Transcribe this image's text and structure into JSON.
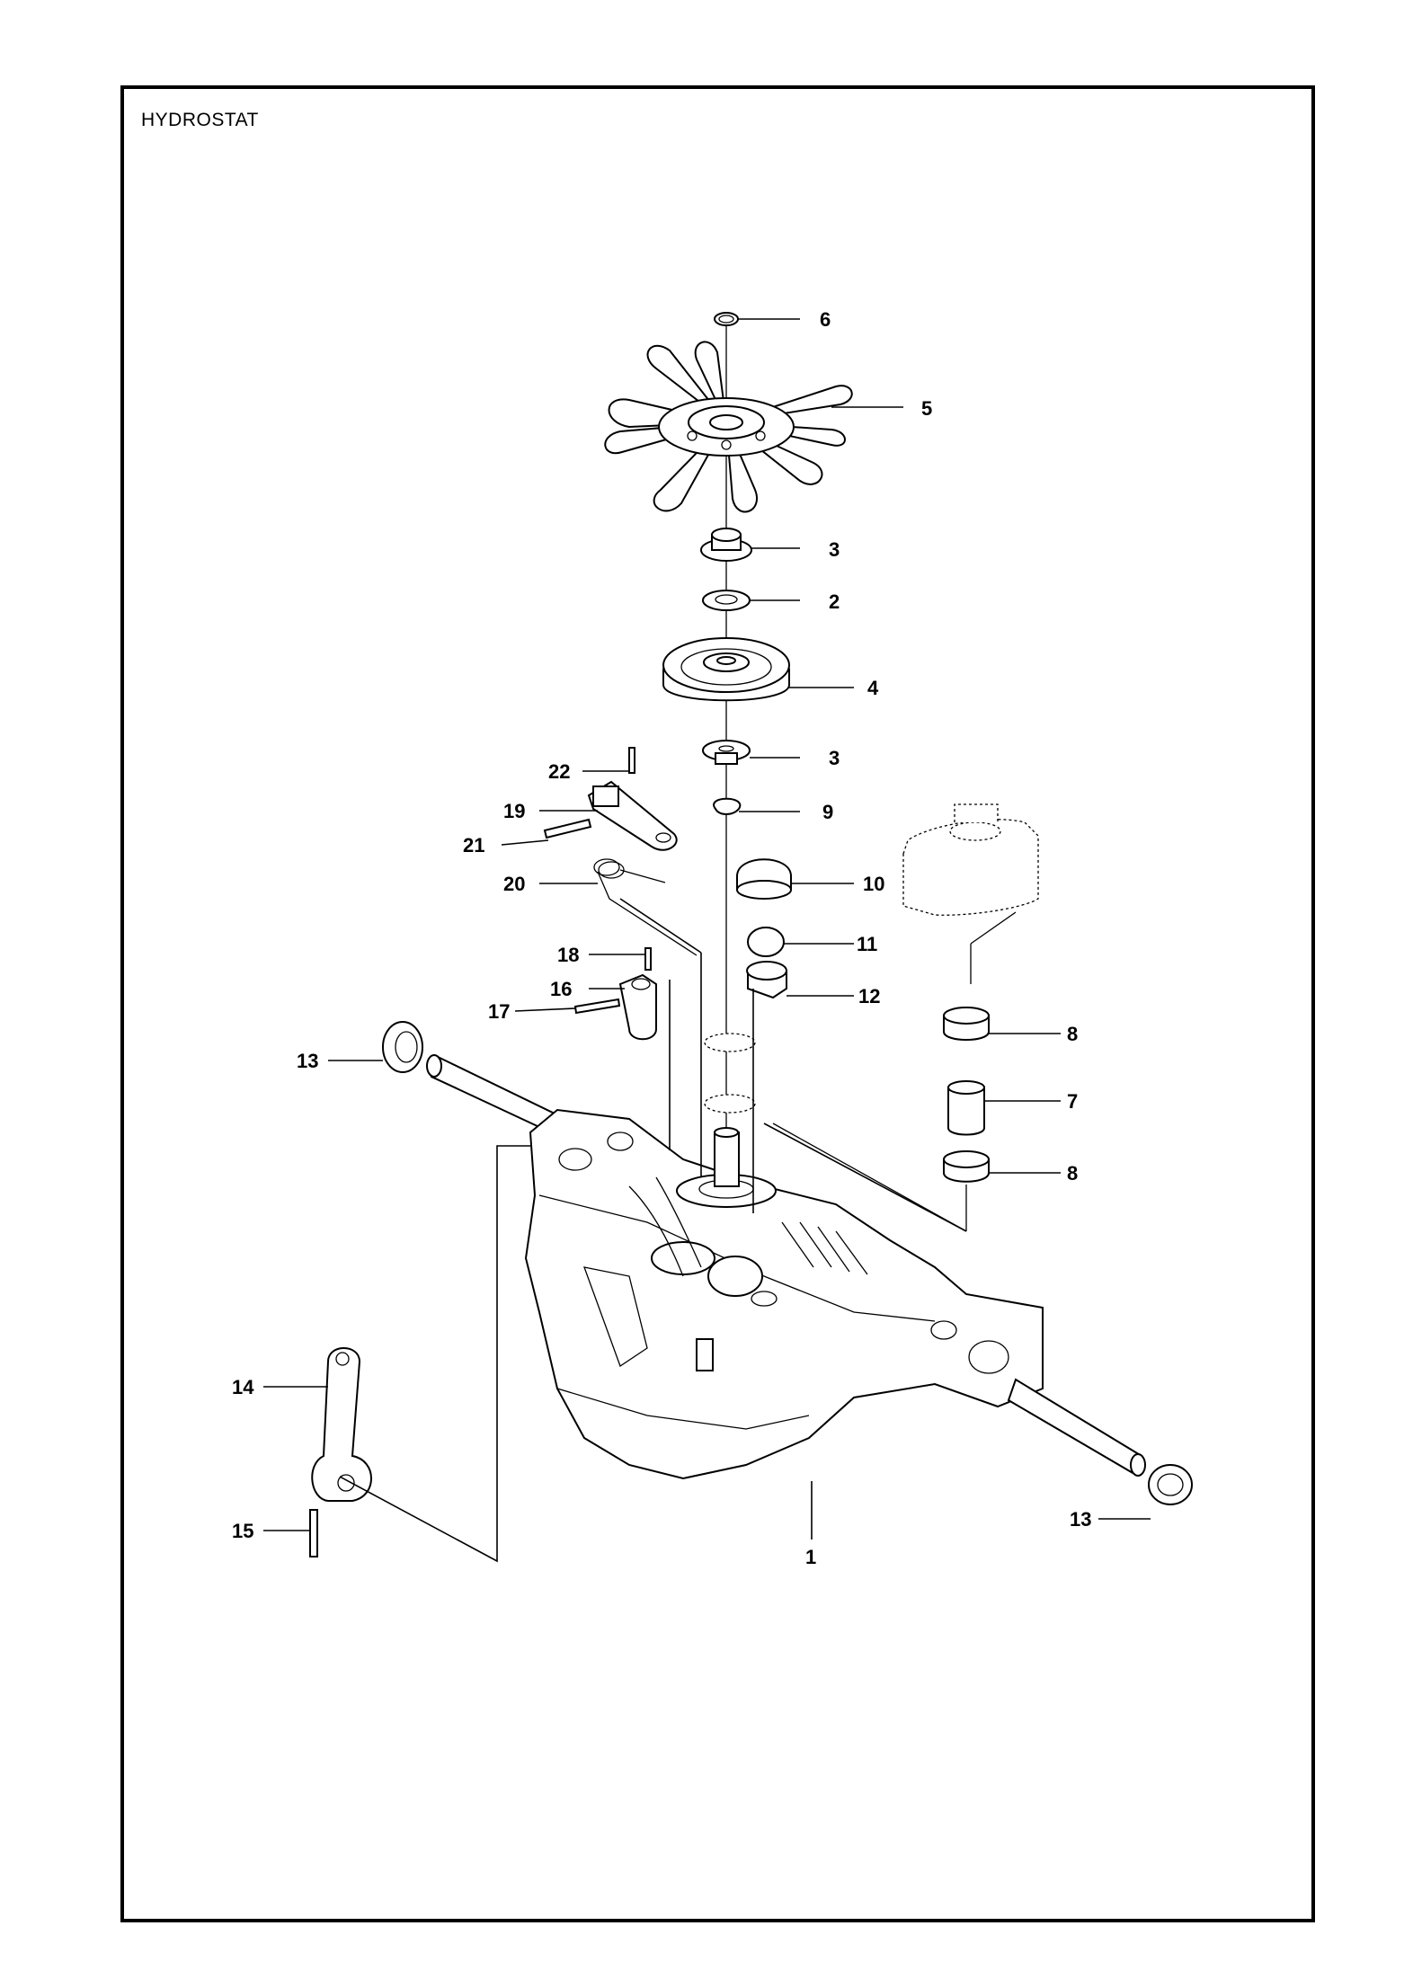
{
  "title": "HYDROSTAT",
  "callouts": [
    {
      "id": "c6",
      "label": "6"
    },
    {
      "id": "c5",
      "label": "5"
    },
    {
      "id": "c3a",
      "label": "3"
    },
    {
      "id": "c2",
      "label": "2"
    },
    {
      "id": "c4",
      "label": "4"
    },
    {
      "id": "c3b",
      "label": "3"
    },
    {
      "id": "c9",
      "label": "9"
    },
    {
      "id": "c22",
      "label": "22"
    },
    {
      "id": "c19",
      "label": "19"
    },
    {
      "id": "c21",
      "label": "21"
    },
    {
      "id": "c20",
      "label": "20"
    },
    {
      "id": "c10",
      "label": "10"
    },
    {
      "id": "c11",
      "label": "11"
    },
    {
      "id": "c12",
      "label": "12"
    },
    {
      "id": "c18",
      "label": "18"
    },
    {
      "id": "c16",
      "label": "16"
    },
    {
      "id": "c17",
      "label": "17"
    },
    {
      "id": "c13a",
      "label": "13"
    },
    {
      "id": "c8a",
      "label": "8"
    },
    {
      "id": "c7",
      "label": "7"
    },
    {
      "id": "c8b",
      "label": "8"
    },
    {
      "id": "c14",
      "label": "14"
    },
    {
      "id": "c15",
      "label": "15"
    },
    {
      "id": "c13b",
      "label": "13"
    },
    {
      "id": "c1",
      "label": "1"
    }
  ]
}
